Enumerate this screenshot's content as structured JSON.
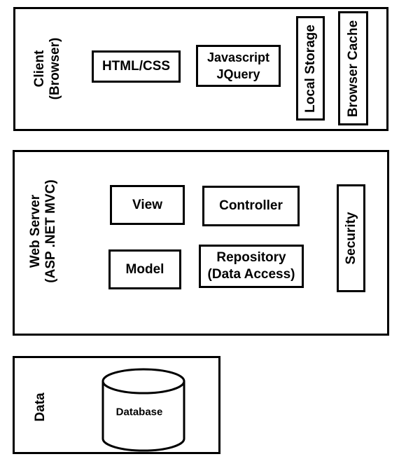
{
  "tiers": {
    "client": {
      "label": "Client\n(Browser)",
      "components": {
        "html_css": "HTML/CSS",
        "javascript": "Javascript\nJQuery",
        "local_storage": "Local Storage",
        "browser_cache": "Browser Cache"
      }
    },
    "web_server": {
      "label": "Web Server\n(ASP .NET MVC)",
      "components": {
        "view": "View",
        "controller": "Controller",
        "model": "Model",
        "repository": "Repository\n(Data Access)",
        "security": "Security"
      }
    },
    "data": {
      "label": "Data",
      "components": {
        "database": "Database"
      }
    }
  }
}
